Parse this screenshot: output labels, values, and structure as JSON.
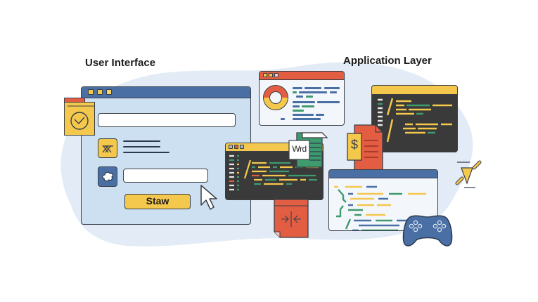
{
  "labels": {
    "user_interface": "User Interface",
    "application_layer": "Application Layer"
  },
  "ui_window": {
    "button_label": "Staw"
  },
  "doc_word_label": "Wrd",
  "finance_doc_symbol": "$",
  "colors": {
    "blob": "#e3ecf6",
    "ui_window_bg": "#cde0f1",
    "window_header_blue": "#4a6fa5",
    "accent_yellow": "#f4c84c",
    "accent_red": "#e35d43",
    "accent_green": "#3f9a6e",
    "code_bg": "#3a3a3a",
    "outline": "#3b3f46"
  },
  "icons": [
    "checkmark-folder-icon",
    "crossed-out-icon",
    "cloud-icon",
    "cursor-arrow-icon",
    "donut-chart-icon",
    "word-document-icon",
    "finance-document-icon",
    "compress-document-icon",
    "gamepad-icon",
    "sparkle-icon"
  ]
}
